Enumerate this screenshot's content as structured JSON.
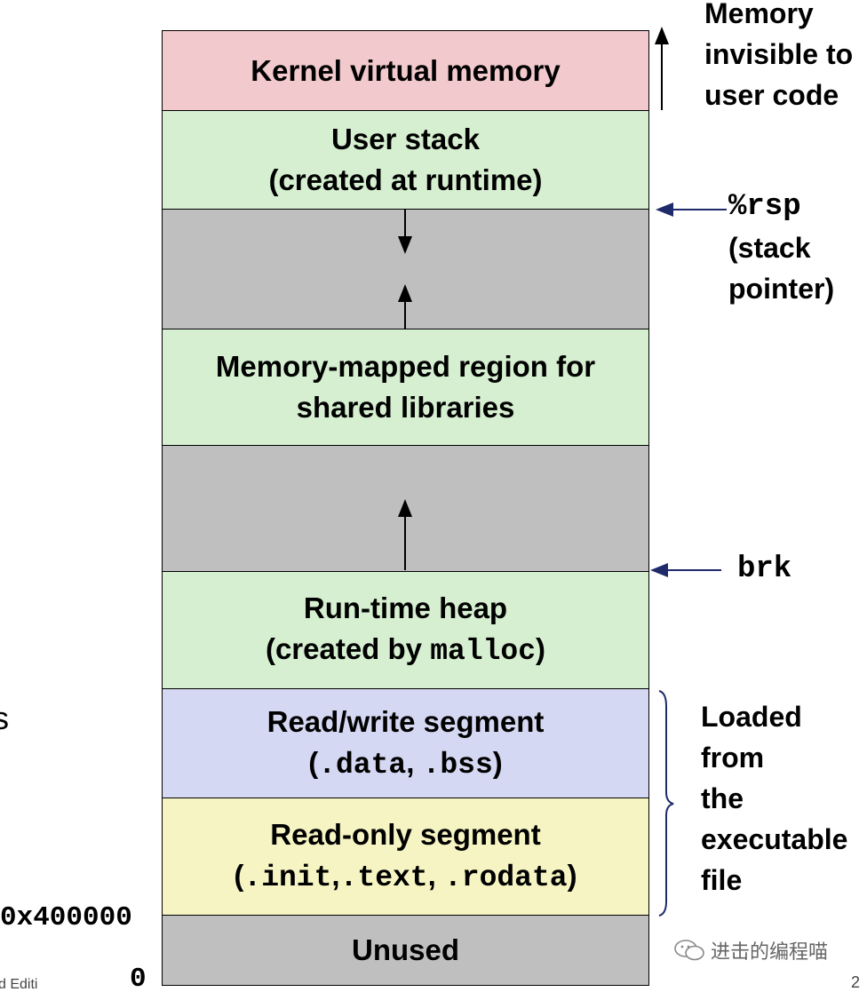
{
  "segments": {
    "kernel": "Kernel virtual memory",
    "user_stack_line1": "User stack",
    "user_stack_line2": "(created at runtime)",
    "mmap_line1": "Memory-mapped region for",
    "mmap_line2": "shared libraries",
    "heap_line1": "Run-time heap",
    "heap_line2_prefix": "(created by ",
    "heap_line2_code": "malloc",
    "heap_line2_suffix": ")",
    "rw_line1": "Read/write segment",
    "rw_line2_open": "(",
    "rw_line2_code1": ".data",
    "rw_line2_sep": ", ",
    "rw_line2_code2": ".bss",
    "rw_line2_close": ")",
    "ro_line1": "Read-only segment",
    "ro_line2_open": "(",
    "ro_line2_code1": ".init",
    "ro_line2_sep1": ",",
    "ro_line2_code2": ".text",
    "ro_line2_sep2": ", ",
    "ro_line2_code3": ".rodata",
    "ro_line2_close": ")",
    "unused": "Unused"
  },
  "annotations": {
    "kernel_note_lines": [
      "Memory",
      "invisible to",
      "user code"
    ],
    "rsp_code": "%rsp",
    "rsp_note_lines": [
      "(stack",
      "pointer)"
    ],
    "brk": "brk",
    "loaded_lines": [
      "Loaded",
      "from",
      "the",
      "executable",
      "file"
    ]
  },
  "addresses": {
    "text_start": "0x400000",
    "zero": "0"
  },
  "edge_fragments": {
    "left_s": "s",
    "bottom_left": "d Editi",
    "bottom_right": "2"
  },
  "watermark": "进击的编程喵",
  "colors": {
    "kernel": "#f2c9cc",
    "green": "#d5efd0",
    "gray": "#bfbfbf",
    "rw": "#d5d8f2",
    "ro": "#f5f4c2",
    "pointer_arrow": "#1f2a6b"
  }
}
